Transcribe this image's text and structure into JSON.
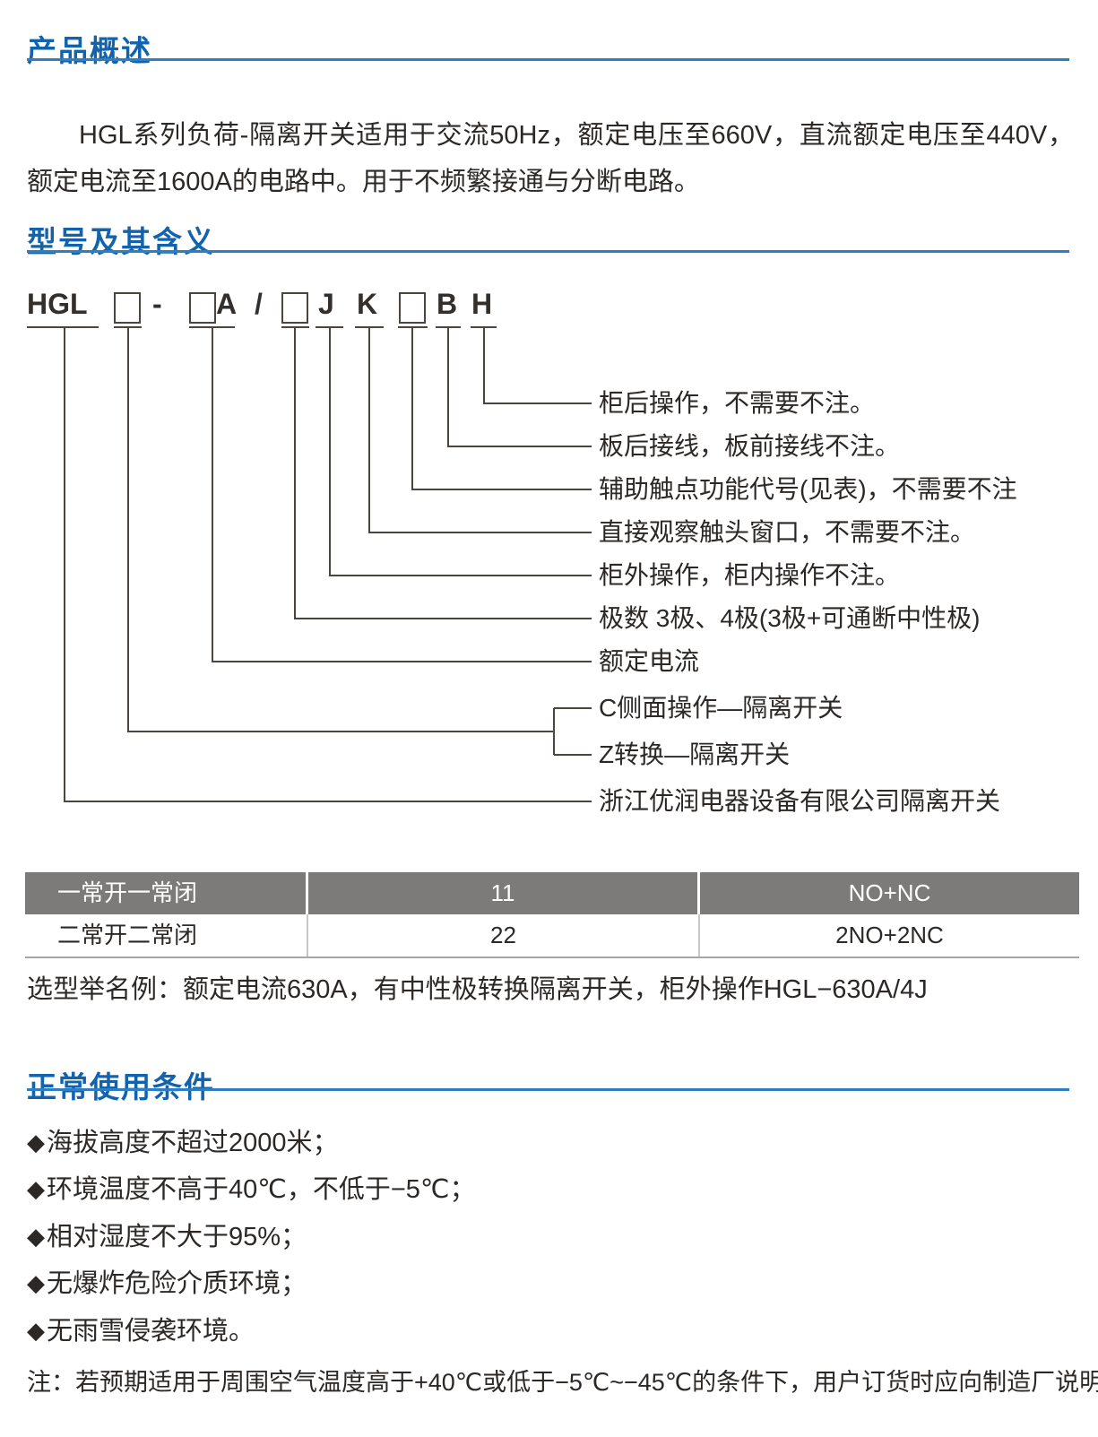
{
  "sections": {
    "overview": {
      "title": "产品概述",
      "body": "HGL系列负荷-隔离开关适用于交流50Hz，额定电压至660V，直流额定电压至440V，额定电流至1600A的电路中。用于不频繁接通与分断电路。"
    },
    "model": {
      "title": "型号及其含义",
      "code": {
        "prefix": "HGL",
        "dash": "-",
        "a": "A",
        "slash": "/",
        "j": "J",
        "k": "K",
        "b": "B",
        "h": "H"
      },
      "labels": [
        {
          "text": "柜后操作，不需要不注。"
        },
        {
          "text": "板后接线，板前接线不注。"
        },
        {
          "text": "辅助触点功能代号(见表)，不需要不注"
        },
        {
          "text": "直接观察触头窗口，不需要不注。"
        },
        {
          "text": "柜外操作，柜内操作不注。"
        },
        {
          "text": "极数 3极、4极(3极+可通断中性极)"
        },
        {
          "text": "额定电流"
        },
        {
          "text": "C侧面操作—隔离开关"
        },
        {
          "text": "Z转换—隔离开关"
        },
        {
          "text": "浙江优润电器设备有限公司隔离开关"
        }
      ]
    },
    "aux_table": {
      "rows": [
        {
          "cells": [
            "一常开一常闭",
            "11",
            "NO+NC"
          ]
        },
        {
          "cells": [
            "二常开二常闭",
            "22",
            "2NO+2NC"
          ]
        }
      ]
    },
    "example": "选型举名例：额定电流630A，有中性极转换隔离开关，柜外操作HGL−630A/4J",
    "conditions": {
      "title": "正常使用条件",
      "bullet": "◆",
      "items": [
        "海拔高度不超过2000米；",
        "环境温度不高于40℃，不低于−5℃；",
        "相对湿度不大于95%；",
        "无爆炸危险介质环境；",
        "无雨雪侵袭环境。"
      ],
      "note": "注：若预期适用于周围空气温度高于+40℃或低于−5℃~−45℃的条件下，用户订货时应向制造厂说明。"
    }
  },
  "colors": {
    "heading_blue": "#1263ae",
    "rule_blue": "#2b7fc2",
    "text_dark": "#2b2826",
    "diagram_line": "#4a453f",
    "table_header_gray": "#7d7b7a"
  }
}
